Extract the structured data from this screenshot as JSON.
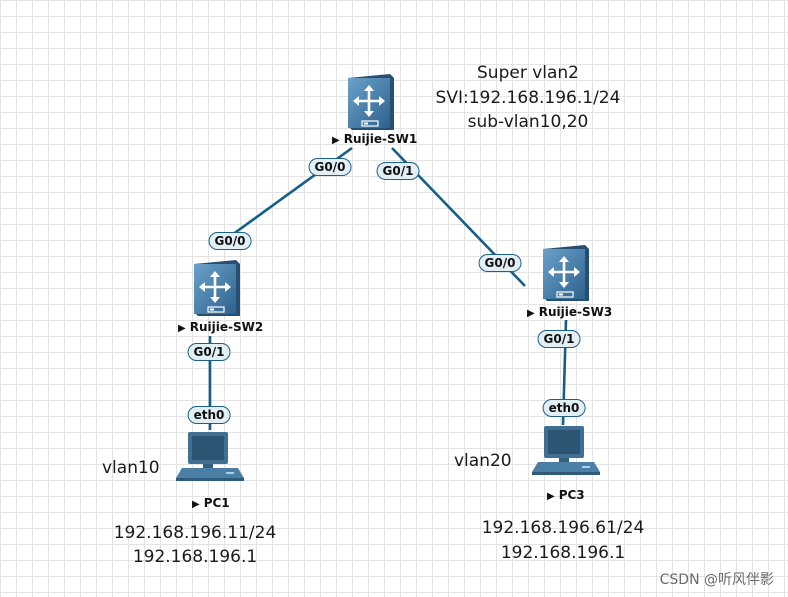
{
  "devices": {
    "sw1": {
      "name": "Ruijie-SW1"
    },
    "sw2": {
      "name": "Ruijie-SW2"
    },
    "sw3": {
      "name": "Ruijie-SW3"
    },
    "pc1": {
      "name": "PC1"
    },
    "pc3": {
      "name": "PC3"
    }
  },
  "ports": {
    "sw1_g00": "G0/0",
    "sw1_g01": "G0/1",
    "sw2_g00": "G0/0",
    "sw2_g01": "G0/1",
    "sw3_g00": "G0/0",
    "sw3_g01": "G0/1",
    "pc1_eth0": "eth0",
    "pc3_eth0": "eth0"
  },
  "notes": {
    "super_vlan": [
      "Super vlan2",
      "SVI:192.168.196.1/24",
      "sub-vlan10,20"
    ],
    "pc1_vlan": "vlan10",
    "pc3_vlan": "vlan20",
    "pc1_ip": [
      "192.168.196.11/24",
      "192.168.196.1"
    ],
    "pc3_ip": [
      "192.168.196.61/24",
      "192.168.196.1"
    ]
  },
  "watermark": "CSDN @听风伴影",
  "colors": {
    "link": "#155f87",
    "switch_body": "#3f79a8",
    "port_fill": "#e2eff5"
  }
}
